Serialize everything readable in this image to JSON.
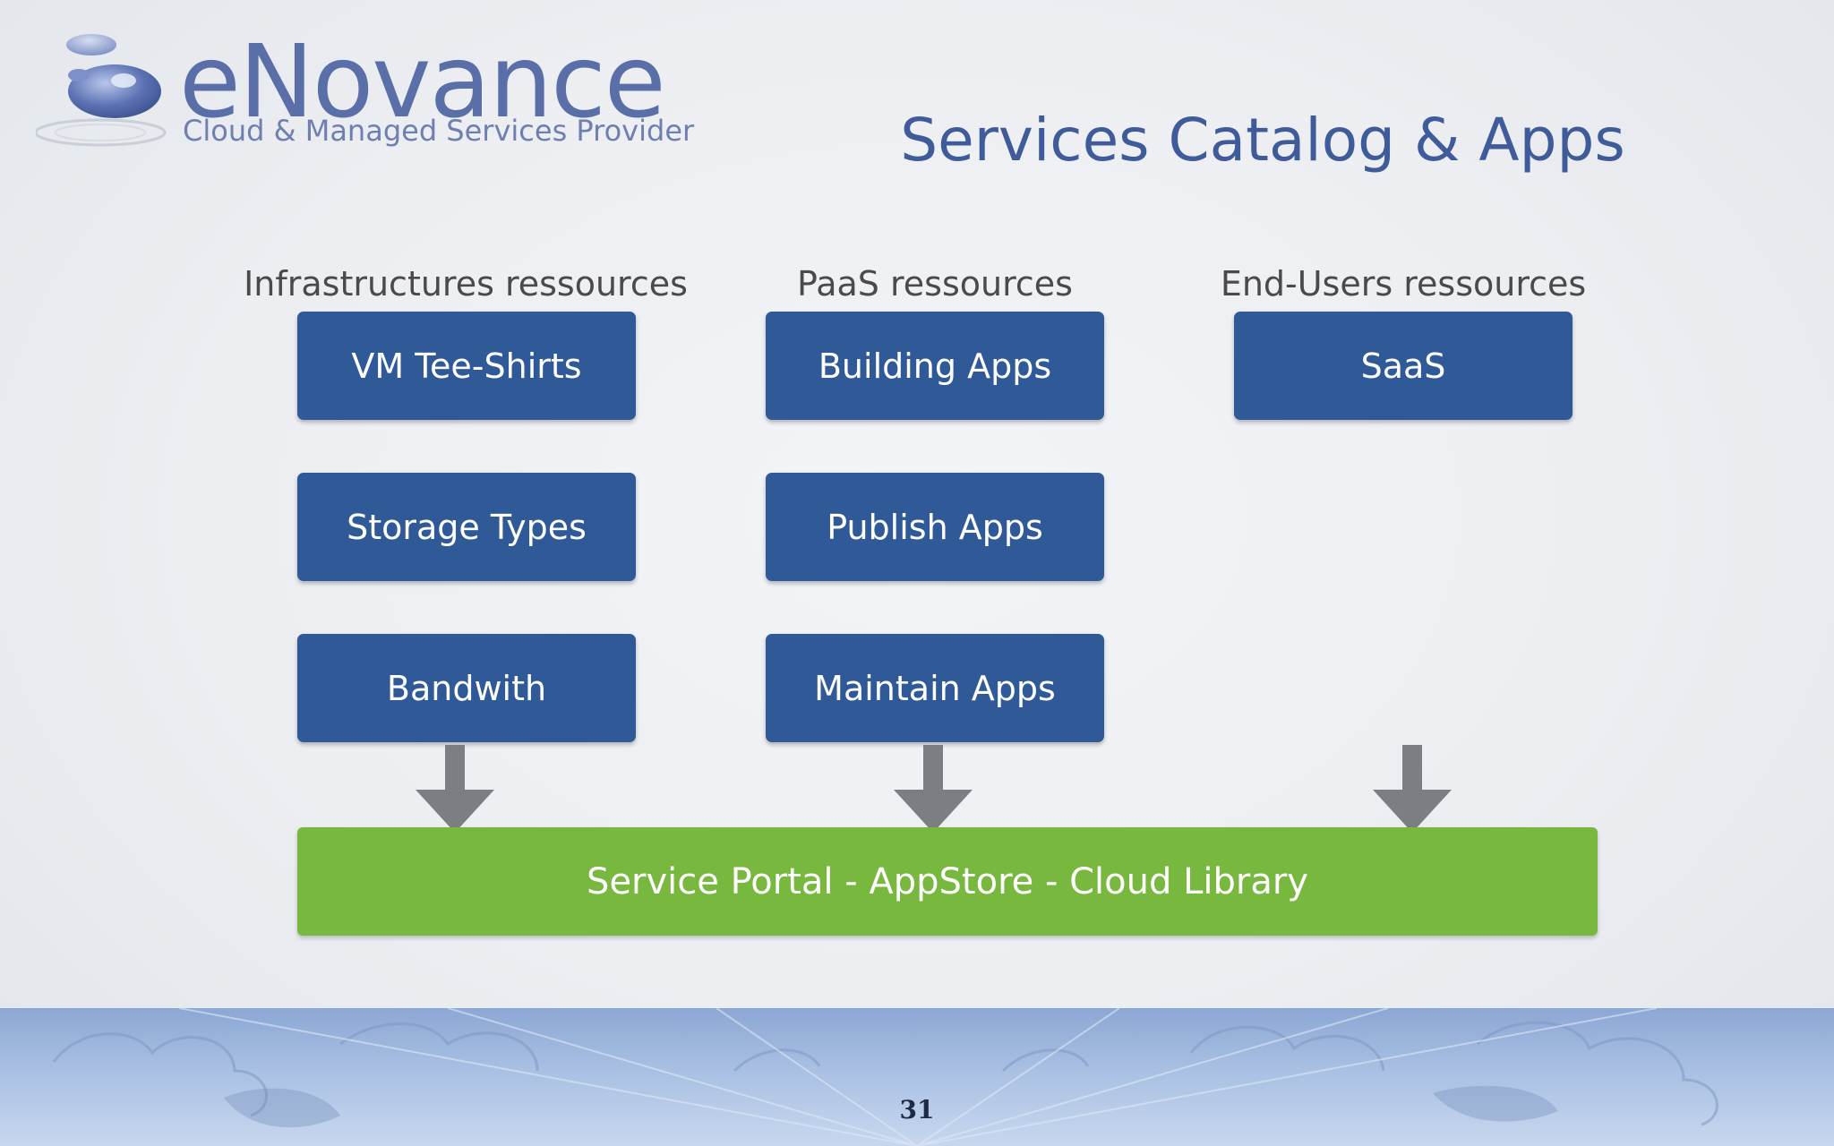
{
  "logo": {
    "wordmark": "eNovance",
    "tagline": "Cloud & Managed Services Provider"
  },
  "title": "Services Catalog & Apps",
  "columns": [
    {
      "header": "Infrastructures ressources",
      "items": [
        "VM Tee-Shirts",
        "Storage Types",
        "Bandwith"
      ]
    },
    {
      "header": "PaaS ressources",
      "items": [
        "Building Apps",
        "Publish Apps",
        "Maintain Apps"
      ]
    },
    {
      "header": "End-Users ressources",
      "items": [
        "SaaS"
      ]
    }
  ],
  "portal": "Service Portal - AppStore - Cloud Library",
  "page_number": "31",
  "colors": {
    "box_blue": "#2f5a97",
    "portal_green": "#78b83f",
    "arrow_gray": "#7b7e83",
    "title_blue": "#3f5b9a"
  }
}
